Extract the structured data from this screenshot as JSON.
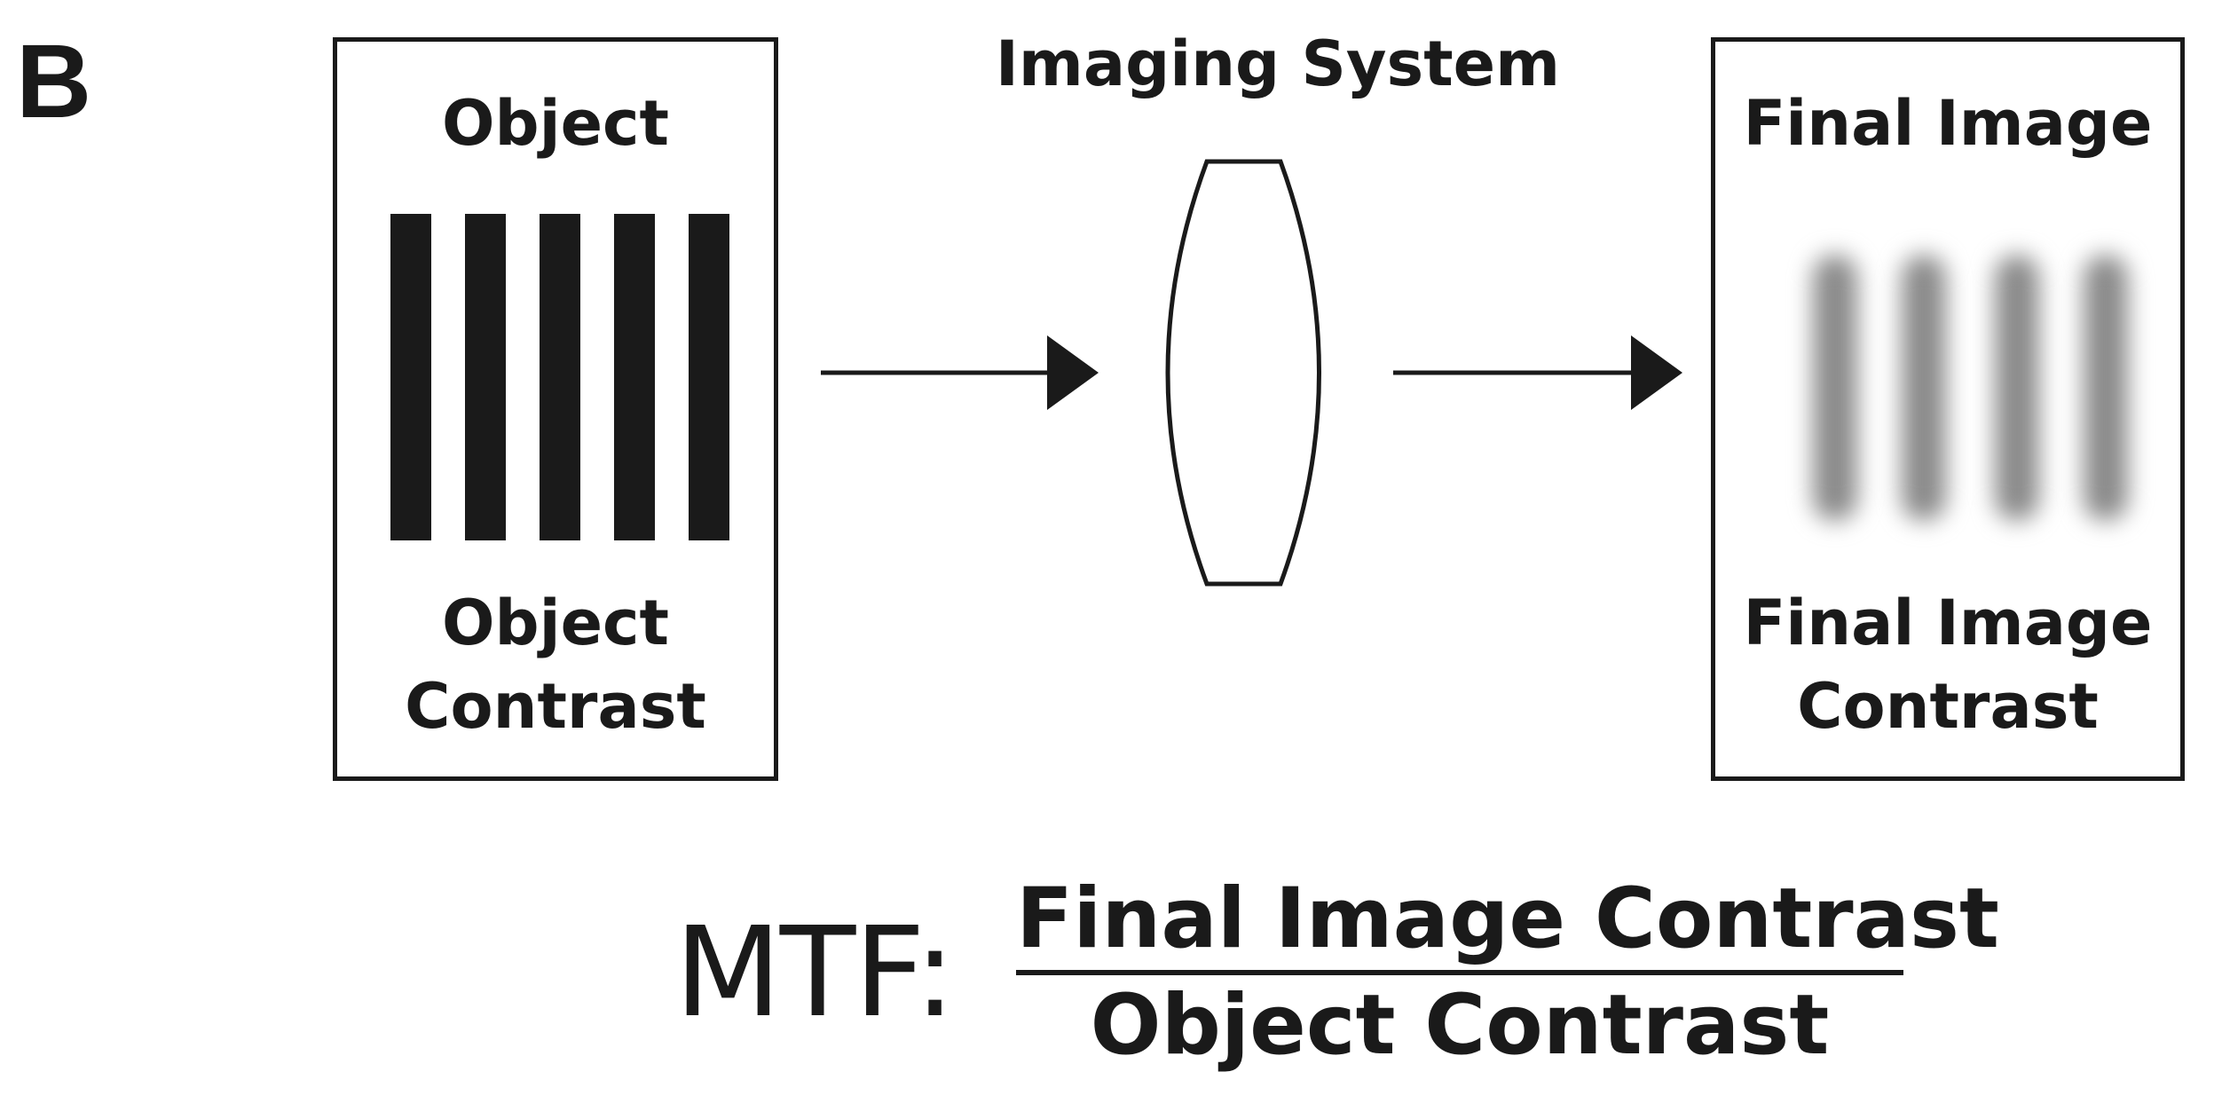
{
  "panel_label": "B",
  "object": {
    "title": "Object",
    "caption_line1": "Object",
    "caption_line2": "Contrast",
    "bar_count": 5
  },
  "imaging_system": {
    "title": "Imaging System"
  },
  "final_image": {
    "title": "Final Image",
    "caption_line1": "Final Image",
    "caption_line2": "Contrast",
    "bar_count": 4
  },
  "formula": {
    "label": "MTF:",
    "numerator": "Final Image Contrast",
    "denominator": "Object Contrast"
  },
  "colors": {
    "ink": "#1a1a1a",
    "blurred_bar": "#8a8a8a",
    "background": "#ffffff"
  }
}
